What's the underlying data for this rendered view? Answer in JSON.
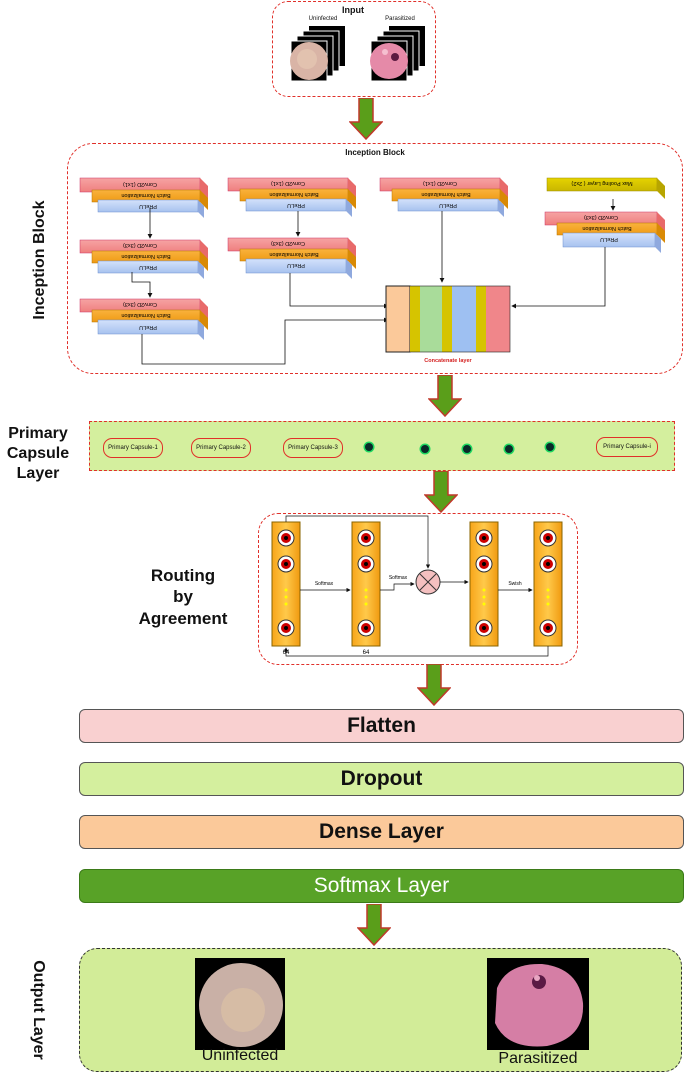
{
  "input": {
    "title": "Input",
    "uninfected": "Uninfected",
    "parasitized": "Parasitized"
  },
  "inception": {
    "title": "Inception Block",
    "side_label": "Inception Block",
    "conv1x1": "Conv2D (1x1)",
    "conv3x3": "Conv2D (3x3)",
    "conv5x5": "Conv2D (5x5)",
    "batch_norm": "Batch Normalization",
    "prelu": "PReLU",
    "maxpool": "Max Pooling Layer ( 2x2)",
    "concat": "Concatenate layer"
  },
  "primary_capsule": {
    "side_label_1": "Primary",
    "side_label_2": "Capsule",
    "side_label_3": "Layer",
    "capsules": [
      "Primary Capsule-1",
      "Primary Capsule-2",
      "Primary Capsule-3",
      "Primary Capsule-i"
    ]
  },
  "routing": {
    "side_label_1": "Routing",
    "side_label_2": "by",
    "side_label_3": "Agreement",
    "softmax1": "Softmax",
    "softmax2": "Softmax",
    "swish": "Swish",
    "count1": "64",
    "count2": "64"
  },
  "layers": {
    "flatten": "Flatten",
    "dropout": "Dropout",
    "dense": "Dense Layer",
    "softmax": "Softmax Layer"
  },
  "output": {
    "side_label": "Output Layer",
    "uninfected": "Uninfected",
    "parasitized": "Parasitized"
  },
  "colors": {
    "red_dash": "#e0302a",
    "arrow_green": "#5a9e1a",
    "flatten": "#f9d0d0",
    "dropout": "#d4ef9e",
    "dense": "#fbc99a",
    "softmax": "#58a227",
    "output_bg": "#d2ec98"
  }
}
